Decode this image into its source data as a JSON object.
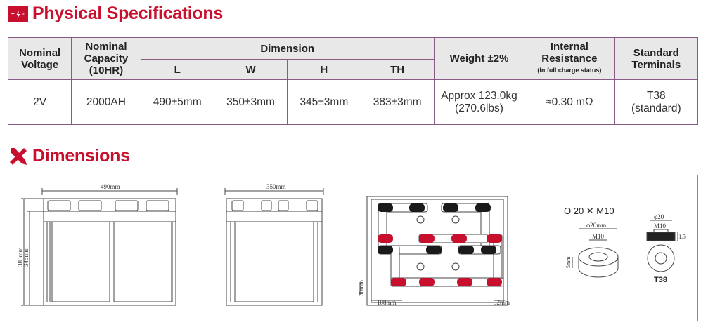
{
  "sections": {
    "physical": {
      "title": "Physical Specifications",
      "icon": "battery-icon",
      "icon_text": "+ ⚡ -"
    },
    "dimensions": {
      "title": "Dimensions",
      "icon": "tools-icon"
    }
  },
  "table": {
    "headers": {
      "nominal_voltage": "Nominal Voltage",
      "nominal_capacity_1": "Nominal",
      "nominal_capacity_2": "Capacity",
      "nominal_capacity_3": "(10HR)",
      "dimension": "Dimension",
      "l": "L",
      "w": "W",
      "h": "H",
      "th": "TH",
      "weight": "Weight ±2%",
      "resistance_1": "Internal",
      "resistance_2": "Resistance",
      "resistance_note": "(In full charge status)",
      "terminals_1": "Standard",
      "terminals_2": "Terminals"
    },
    "row": {
      "voltage": "2V",
      "capacity": "2000AH",
      "l": "490±5mm",
      "w": "350±3mm",
      "h": "345±3mm",
      "th": "383±3mm",
      "weight_1": "Approx 123.0kg",
      "weight_2": "(270.6lbs)",
      "resistance": "≈0.30 mΩ",
      "terminal_1": "T38",
      "terminal_2": "(standard)"
    }
  },
  "drawings": {
    "front": {
      "width_label": "490mm",
      "th_label": "383mm",
      "h_label": "345mm"
    },
    "side": {
      "width_label": "350mm"
    },
    "top": {
      "left_label": "108mm",
      "right_label": "32mm",
      "side_label": "30mm"
    },
    "terminal": {
      "spec": "Θ 20 ✕ M10",
      "dia_label": "φ20mm",
      "bolt_label": "M10",
      "depth_label": "5mm",
      "side_dia": "φ20",
      "side_bolt": "M10",
      "side_depth": "L5",
      "name": "T38"
    }
  },
  "colors": {
    "brand_red": "#c8102e",
    "border_purple": "#8a5a86",
    "header_gray": "#e8e8e8",
    "terminal_red": "#c8102e",
    "terminal_black": "#1a1a1a"
  }
}
